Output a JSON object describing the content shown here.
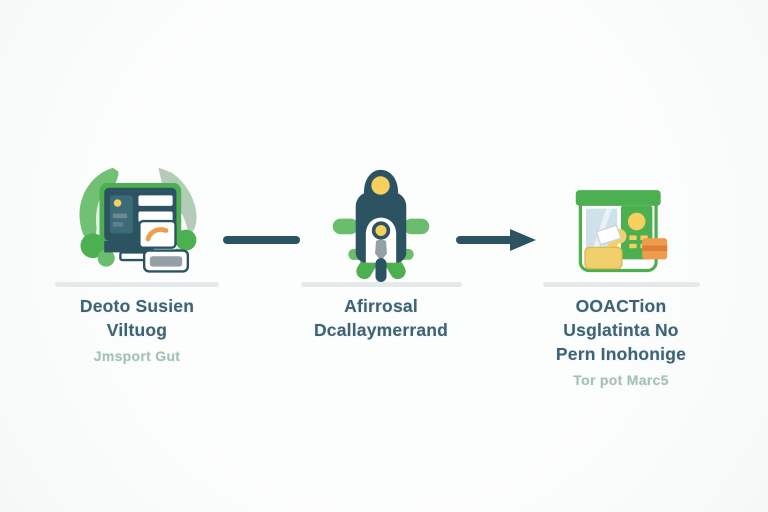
{
  "colors": {
    "teal": "#2b5361",
    "teal_light": "#3c6b78",
    "teal_text": "#3d6375",
    "green": "#4caf50",
    "green_mid": "#69bd6c",
    "green_light": "#a9d3ab",
    "green_pale": "#e3efe4",
    "sage": "#b7c9bb",
    "yellow": "#f6cf5f",
    "gold": "#f0cf6d",
    "gold_deep": "#e0b84e",
    "orange": "#ef9d4b",
    "orange_deep": "#df7e38",
    "blue_light": "#cfe2ec",
    "gray": "#94a0a6",
    "gray_light": "#ccd4d8",
    "divider": "#e4e9eb",
    "subtitle_text": "#a3c1b2",
    "bg": "#fafbfb",
    "white": "#ffffff"
  },
  "diagram": {
    "steps": [
      {
        "icon": "monitor-plants-icon",
        "title_lines": [
          "Deoto Susien",
          "Viltuog"
        ],
        "subtitle": "Jmsport Gut"
      },
      {
        "icon": "robot-approval-icon",
        "title_lines": [
          "Afirrosal",
          "Dcallaymerrand"
        ],
        "subtitle": ""
      },
      {
        "icon": "storefront-icon",
        "title_lines": [
          "OOACTion",
          "Usglatinta No",
          "Pern Inohonige"
        ],
        "subtitle": "Tor pot Marc5"
      }
    ],
    "connectors": [
      {
        "type": "line"
      },
      {
        "type": "arrow"
      }
    ]
  }
}
